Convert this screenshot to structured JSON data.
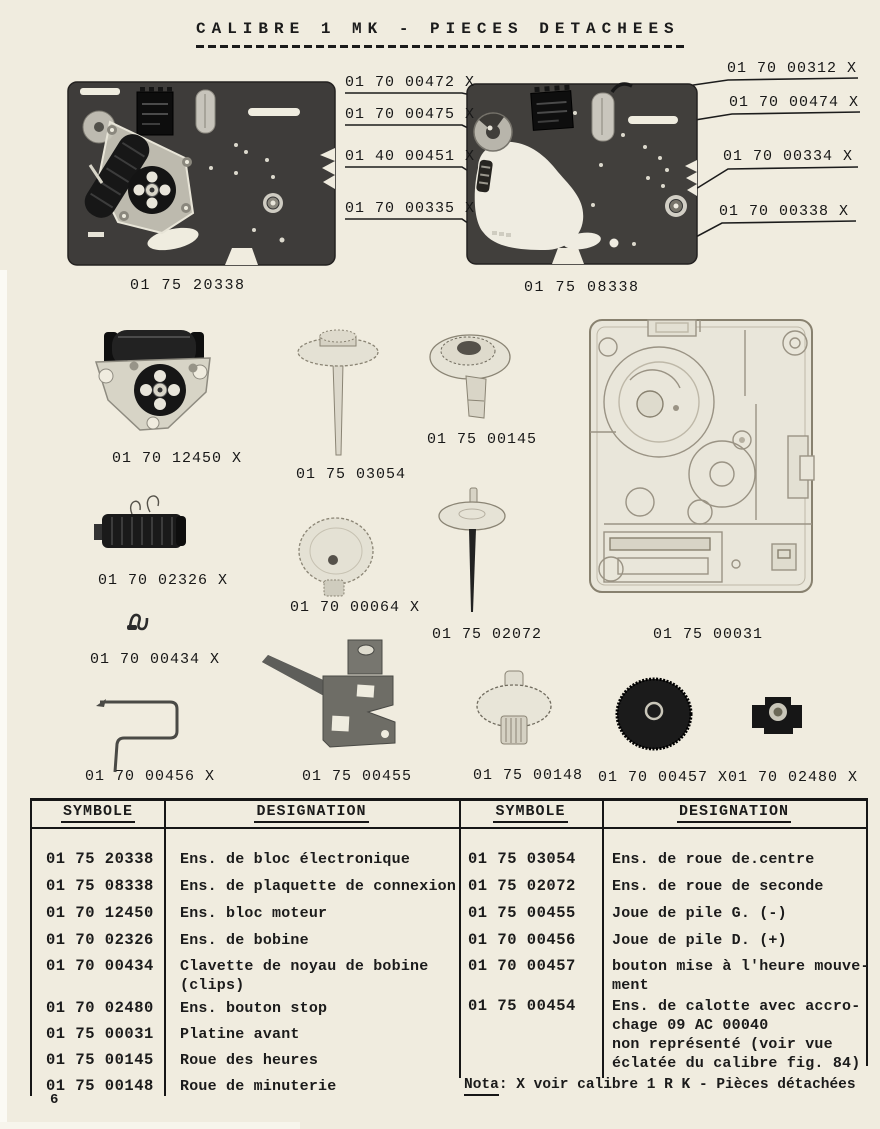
{
  "title": "CALIBRE 1 MK - PIECES DETACHEES",
  "page_number": "6",
  "boards": {
    "left_caption": "01 75 20338",
    "right_caption": "01 75 08338"
  },
  "callouts_left": [
    "01 70 00472 X",
    "01 70 00475 X",
    "01 40 00451 X",
    "01 70 00335 X"
  ],
  "callouts_right": [
    "01 70 00312 X",
    "01 70 00474 X",
    "01 70 00334 X",
    "01 70 00338 X"
  ],
  "part_labels": {
    "bloc_moteur": "01 70 12450 X",
    "roue_centre": "01 75 03054",
    "roue_heures": "01 75 00145",
    "bobine": "01 70 02326 X",
    "roue_064": "01 70 00064 X",
    "roue_seconde": "01 75 02072",
    "platine": "01 75 00031",
    "clavette": "01 70 00434 X",
    "joue_pile": "01 70 00456 X",
    "support": "01 75 00455",
    "roue_minuterie": "01 75 00148",
    "bouton_heure": "01 70 00457 X",
    "bouton_stop": "01 70 02480 X"
  },
  "table": {
    "headers": [
      "SYMBOLE",
      "DESIGNATION",
      "SYMBOLE",
      "DESIGNATION"
    ],
    "left_rows": [
      {
        "sym": "01 75 20338",
        "des": "Ens. de bloc électronique"
      },
      {
        "sym": "01 75 08338",
        "des": "Ens. de plaquette de connexion"
      },
      {
        "sym": "01 70 12450",
        "des": "Ens. bloc moteur"
      },
      {
        "sym": "01 70 02326",
        "des": "Ens. de bobine"
      },
      {
        "sym": "01 70 00434",
        "des": "Clavette de noyau de bobine\n(clips)"
      },
      {
        "sym": "01 70 02480",
        "des": "Ens. bouton stop"
      },
      {
        "sym": "01 75 00031",
        "des": "Platine avant"
      },
      {
        "sym": "01 75 00145",
        "des": "Roue des heures"
      },
      {
        "sym": "01 75 00148",
        "des": "Roue de minuterie"
      }
    ],
    "right_rows": [
      {
        "sym": "01 75 03054",
        "des": "Ens. de roue de.centre"
      },
      {
        "sym": "01 75 02072",
        "des": "Ens. de roue de seconde"
      },
      {
        "sym": "01 75 00455",
        "des": "Joue de pile G. (-)"
      },
      {
        "sym": "01 70 00456",
        "des": "Joue de pile D. (+)"
      },
      {
        "sym": "01 70 00457",
        "des": "bouton mise à l'heure mouve-\nment"
      },
      {
        "sym": "01 75 00454",
        "des": "Ens. de calotte avec accro-\nchage 09 AC 00040\nnon représenté (voir vue\néclatée du calibre fig. 84)"
      }
    ]
  },
  "nota": {
    "label": "Nota",
    "text": ": X voir calibre 1 R K - Pièces détachées"
  }
}
